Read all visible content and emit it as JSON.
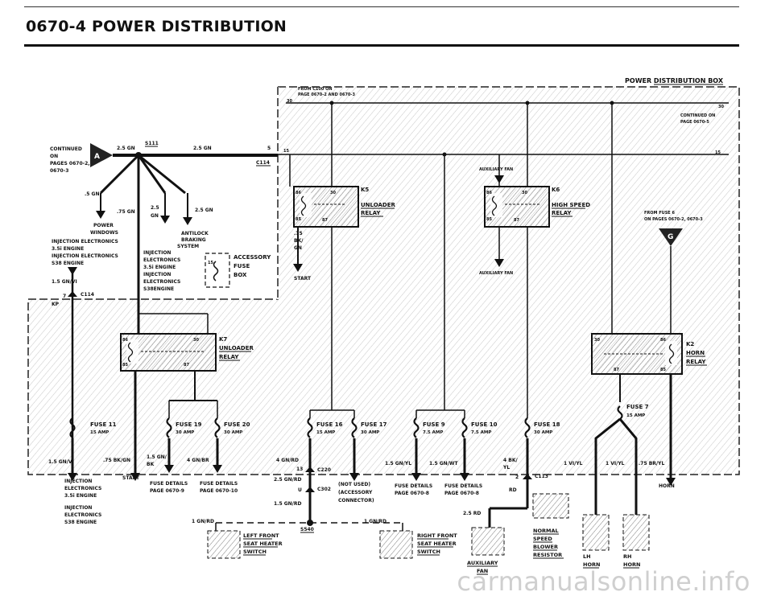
{
  "header": {
    "title": "0670-4   POWER DISTRIBUTION"
  },
  "box": {
    "title": "POWER DISTRIBUTION BOX"
  },
  "connectors": {
    "A": "A",
    "G": "G",
    "c100_note": "FROM C100 ON",
    "c100_pages": "PAGE 0670-2 AND 0670-3",
    "pin30_left": "30",
    "pin30_right": "30",
    "cont_right_1": "CONTINUED ON",
    "cont_right_2": "PAGE 0670-5",
    "pin15_left": "15",
    "pin15_right": "15",
    "cont_left_1": "CONTINUED",
    "cont_left_2": "ON",
    "cont_left_3": "PAGES 0670-2,",
    "cont_left_4": "0670-3",
    "s111": "S111",
    "wire_25gn_1": "2.5 GN",
    "wire_25gn_2": "2.5 GN",
    "pin5": "5",
    "c114_top": "C114",
    "from_fuse6_1": "FROM FUSE 6",
    "from_fuse6_2": "ON PAGES 0670-2, 0670-3",
    "c114_left": "C114",
    "pin7": "7",
    "kp": "KP"
  },
  "branches": {
    "b_05gn": ".5 GN",
    "b_075gn": ".75 GN",
    "b_25gn_a": "2.5",
    "b_gn": "GN",
    "b_25gn_b": "2.5 GN",
    "power_windows_1": "POWER",
    "power_windows_2": "WINDOWS",
    "inj_elec_1": "INJECTION ELECTRONICS",
    "inj_elec_2": "3.5i ENGINE",
    "inj_elec_3": "INJECTION ELECTRONICS",
    "inj_elec_4": "S38 ENGINE",
    "antilock_1": "ANTILOCK",
    "antilock_2": "BRAKING",
    "antilock_3": "SYSTEM",
    "inj_c_1": "INJECTION",
    "inj_c_2": "ELECTRONICS",
    "inj_c_3": "3.5i ENGINE",
    "inj_c_4": "INJECTION",
    "inj_c_5": "ELECTRONICS",
    "inj_c_6": "S38ENGINE",
    "acc_fuse_1": "ACCESSORY",
    "acc_fuse_2": "FUSE",
    "acc_fuse_3": "BOX",
    "acc_pin": "15",
    "w15gnvi": "1.5 GN/VI"
  },
  "relays": {
    "k5": {
      "id": "K5",
      "l1": "UNLOADER",
      "l2": "RELAY",
      "p86": "86",
      "p30": "30",
      "p85": "85",
      "p87": "87"
    },
    "k6": {
      "id": "K6",
      "l1": "HIGH SPEED",
      "l2": "RELAY",
      "p86": "86",
      "p30": "30",
      "p85": "85",
      "p87": "87"
    },
    "k7": {
      "id": "K7",
      "l1": "UNLOADER",
      "l2": "RELAY",
      "p86": "86",
      "p30": "30",
      "p85": "85",
      "p87": "87"
    },
    "k2": {
      "id": "K2",
      "l1": "HORN",
      "l2": "RELAY",
      "p30": "30",
      "p86": "86",
      "p87": "87",
      "p85": "85"
    },
    "aux_fan_top": "AUXILIARY FAN",
    "aux_fan_mid": "AUXILIARY FAN",
    "k5_wire_1": ".75",
    "k5_wire_2": "BK/",
    "k5_wire_3": "GN",
    "k5_start": "START"
  },
  "fuses": {
    "f11": {
      "name": "FUSE 11",
      "amp": "15 AMP"
    },
    "f19": {
      "name": "FUSE 19",
      "amp": "30 AMP"
    },
    "f20": {
      "name": "FUSE 20",
      "amp": "30 AMP"
    },
    "f16": {
      "name": "FUSE 16",
      "amp": "15 AMP"
    },
    "f17": {
      "name": "FUSE 17",
      "amp": "30 AMP"
    },
    "f9": {
      "name": "FUSE 9",
      "amp": "7.5 AMP"
    },
    "f10": {
      "name": "FUSE 10",
      "amp": "7.5 AMP"
    },
    "f18": {
      "name": "FUSE 18",
      "amp": "30 AMP"
    },
    "f7": {
      "name": "FUSE 7",
      "amp": "15 AMP"
    }
  },
  "bottom": {
    "w15gnvi": "1.5 GN/VI",
    "w075bkgn": ".75 BK/GN",
    "w15gn": "1.5 GN/",
    "wbk": "BK",
    "w4gnbr": "4 GN/BR",
    "start": "START",
    "inj_b_1": "INJECTION",
    "inj_b_2": "ELECTRONICS",
    "inj_b_3": "3.5i ENGINE",
    "inj_b_4": "INJECTION",
    "inj_b_5": "ELECTRONICS",
    "inj_b_6": "S38 ENGINE",
    "fd9_1": "FUSE DETAILS",
    "fd9_2": "PAGE 0670-9",
    "fd10_1": "FUSE DETAILS",
    "fd10_2": "PAGE 0670-10",
    "w4gnrd": "4 GN/RD",
    "pin13": "13",
    "c220": "C220",
    "w25gnrd": "2.5 GN/RD",
    "pinU": "U",
    "c302": "C302",
    "w15gnrd": "1.5 GN/RD",
    "notused_1": "(NOT USED)",
    "notused_2": "(ACCESSORY",
    "notused_3": "CONNECTOR)",
    "w15gnyl": "1.5 GN/YL",
    "w15gnwt": "1.5 GN/WT",
    "fd8a_1": "FUSE DETAILS",
    "fd8a_2": "PAGE 0670-8",
    "fd8b_1": "FUSE DETAILS",
    "fd8b_2": "PAGE 0670-8",
    "w4bk": "4 BK/",
    "wyl": "YL",
    "pin2": "2",
    "c113": "C113",
    "rd": "RD",
    "w25rd": "2.5 RD",
    "w1vi_yl_a": "1 VI/YL",
    "w1vi_yl_b": "1 VI/YL",
    "w075bryl": ".75 BR/YL",
    "horn": "HORN",
    "w1gnrd_a": "1 GN/RD",
    "s540": "S540",
    "w1gnrd_b": "1 GN/RD",
    "lfs_1": "LEFT FRONT",
    "lfs_2": "SEAT HEATER",
    "lfs_3": "SWITCH",
    "rfs_1": "RIGHT FRONT",
    "rfs_2": "SEAT HEATER",
    "rfs_3": "SWITCH",
    "auxfan_1": "AUXILIARY",
    "auxfan_2": "FAN",
    "nsbr_1": "NORMAL",
    "nsbr_2": "SPEED",
    "nsbr_3": "BLOWER",
    "nsbr_4": "RESISTOR",
    "lh_1": "LH",
    "lh_2": "HORN",
    "rh_1": "RH",
    "rh_2": "HORN"
  },
  "watermark": "carmanualsonline.info"
}
